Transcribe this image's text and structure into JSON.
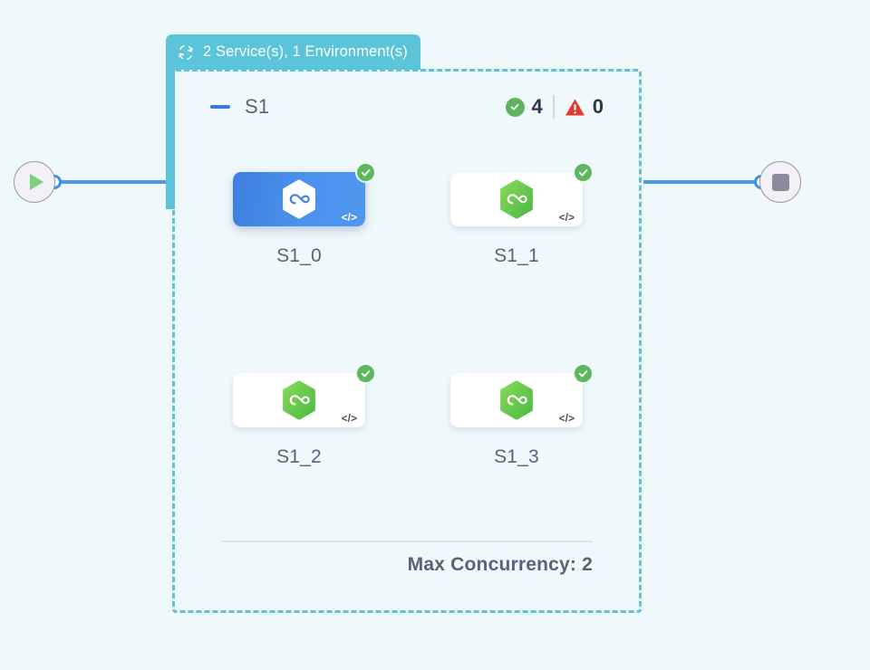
{
  "canvas": {
    "background_color": "#eff8fb",
    "accent_teal": "#5bc4d8",
    "accent_blue": "#4a9aea",
    "ok_green": "#5cb85c",
    "warn_red": "#e03b2f"
  },
  "start_node": {
    "icon": "play-icon",
    "title": "Start"
  },
  "end_node": {
    "icon": "stop-icon",
    "title": "End"
  },
  "group": {
    "icon": "loop-repeat-icon",
    "header_label": "2 Service(s), 1 Environment(s)",
    "subgroup": {
      "collapse_icon": "minus-icon",
      "title": "S1",
      "stats": [
        {
          "icon": "check-circle-icon",
          "value": "4",
          "color": "#5eb45e"
        },
        {
          "icon": "warning-triangle-icon",
          "value": "0",
          "color": "#e03b2f"
        }
      ]
    },
    "nodes": [
      {
        "label": "S1_0",
        "status": "ok",
        "selected": true,
        "logo": "hexagon-infinity-icon",
        "code_icon": "</>"
      },
      {
        "label": "S1_1",
        "status": "ok",
        "selected": false,
        "logo": "hexagon-infinity-icon",
        "code_icon": "</>"
      },
      {
        "label": "S1_2",
        "status": "ok",
        "selected": false,
        "logo": "hexagon-infinity-icon",
        "code_icon": "</>"
      },
      {
        "label": "S1_3",
        "status": "ok",
        "selected": false,
        "logo": "hexagon-infinity-icon",
        "code_icon": "</>"
      }
    ],
    "footer": {
      "label": "Max Concurrency: 2"
    }
  }
}
